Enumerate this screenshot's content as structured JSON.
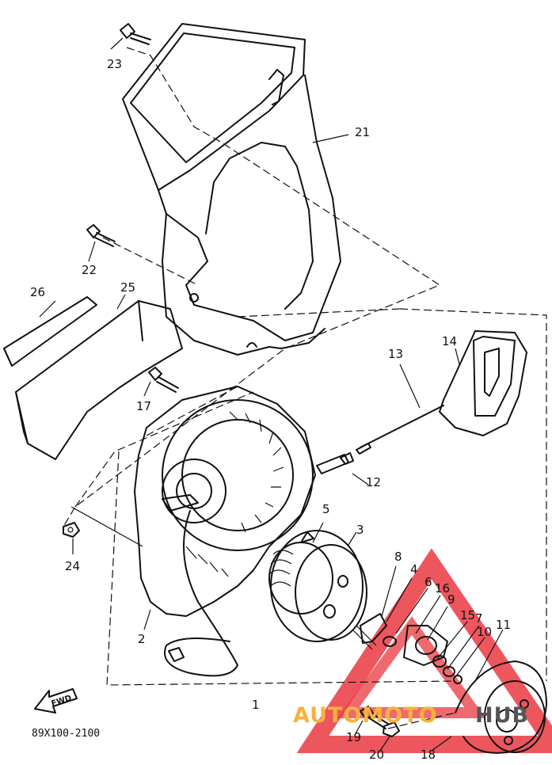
{
  "diagram": {
    "doc_code": "89X100-2100",
    "fwd_label": "FWD",
    "part_labels": {
      "p1": "1",
      "p2": "2",
      "p3": "3",
      "p4": "4",
      "p5": "5",
      "p6": "6",
      "p7": "7",
      "p8": "8",
      "p9": "9",
      "p10": "10",
      "p11": "11",
      "p12": "12",
      "p13": "13",
      "p14": "14",
      "p15": "15",
      "p16": "16",
      "p17": "17",
      "p18": "18",
      "p19": "19",
      "p20": "20",
      "p21": "21",
      "p22": "22",
      "p23": "23",
      "p24": "24",
      "p25": "25",
      "p26": "26"
    }
  },
  "watermark": {
    "brand_part1": "AUTOMOTO",
    "brand_part2": "HUB",
    "color_primary": "#e8232b",
    "color_secondary": "#f7b23b"
  }
}
